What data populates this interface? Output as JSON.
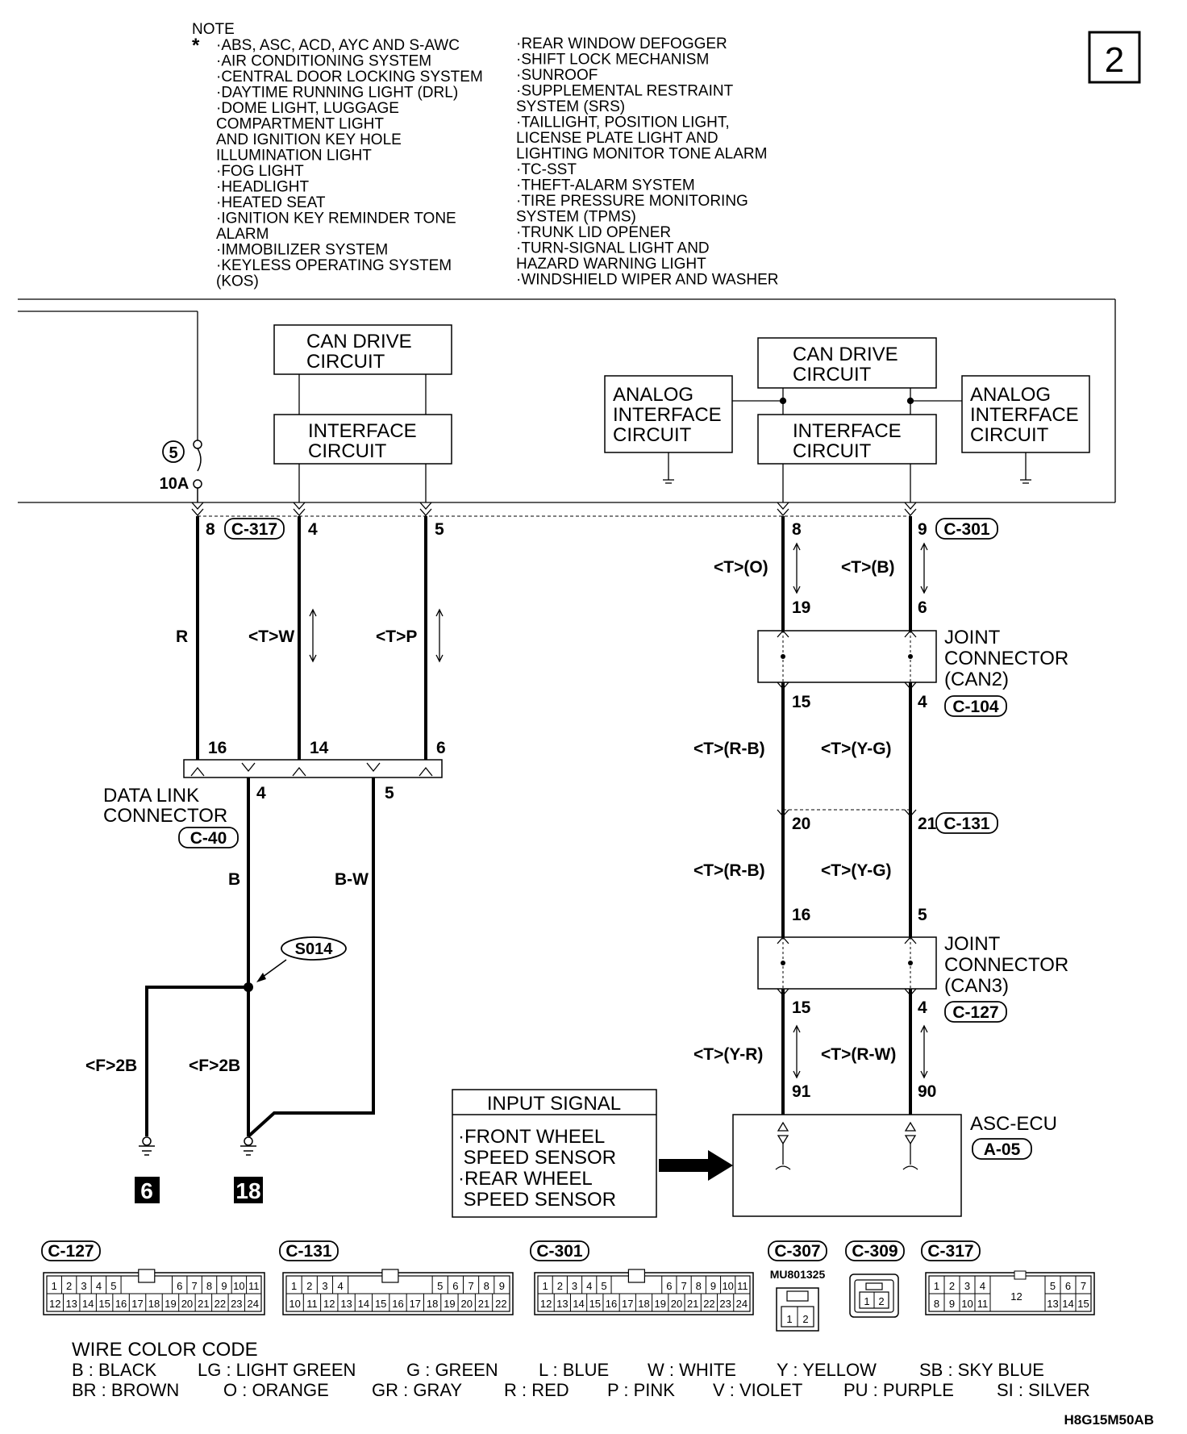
{
  "page_number": "2",
  "note": {
    "heading": "NOTE",
    "marker": "*",
    "left_column": [
      "·ABS, ASC, ACD, AYC AND S-AWC",
      "·AIR CONDITIONING SYSTEM",
      "·CENTRAL DOOR LOCKING SYSTEM",
      "·DAYTIME RUNNING LIGHT (DRL)",
      "·DOME LIGHT, LUGGAGE",
      " COMPARTMENT LIGHT",
      " AND IGNITION KEY HOLE",
      " ILLUMINATION LIGHT",
      "·FOG LIGHT",
      "·HEADLIGHT",
      "·HEATED SEAT",
      "·IGNITION KEY REMINDER TONE",
      " ALARM",
      "·IMMOBILIZER SYSTEM",
      "·KEYLESS OPERATING SYSTEM",
      " (KOS)"
    ],
    "right_column": [
      "·REAR WINDOW DEFOGGER",
      "·SHIFT LOCK MECHANISM",
      "·SUNROOF",
      "·SUPPLEMENTAL RESTRAINT",
      " SYSTEM (SRS)",
      "·TAILLIGHT, POSITION LIGHT,",
      " LICENSE PLATE LIGHT AND",
      " LIGHTING MONITOR TONE ALARM",
      "·TC-SST",
      "·THEFT-ALARM SYSTEM",
      "·TIRE PRESSURE MONITORING",
      " SYSTEM (TPMS)",
      "·TRUNK LID OPENER",
      "·TURN-SIGNAL LIGHT AND",
      " HAZARD WARNING LIGHT",
      "·WINDSHIELD WIPER AND WASHER"
    ]
  },
  "fuse": {
    "number": "5",
    "rating": "10A"
  },
  "boxes": {
    "can_drive_left": [
      "CAN DRIVE",
      "CIRCUIT"
    ],
    "interface_left": [
      "INTERFACE",
      "CIRCUIT"
    ],
    "can_drive_right": [
      "CAN DRIVE",
      "CIRCUIT"
    ],
    "interface_right": [
      "INTERFACE",
      "CIRCUIT"
    ],
    "analog_left": [
      "ANALOG",
      "INTERFACE",
      "CIRCUIT"
    ],
    "analog_right": [
      "ANALOG",
      "INTERFACE",
      "CIRCUIT"
    ]
  },
  "pins": {
    "c317_8": "8",
    "c317_4": "4",
    "c317_5": "5",
    "c301_8": "8",
    "c301_9": "9",
    "j1_19": "19",
    "j1_6": "6",
    "j1_15": "15",
    "j1_4": "4",
    "c131_20": "20",
    "c131_21": "21",
    "j2_16": "16",
    "j2_5": "5",
    "j2_15": "15",
    "j2_4": "4",
    "ecu_91": "91",
    "ecu_90": "90",
    "dlc_16": "16",
    "dlc_14": "14",
    "dlc_6": "6",
    "dlc_4": "4",
    "dlc_5": "5"
  },
  "connectors": {
    "c317": "C-317",
    "c301": "C-301",
    "c104": "C-104",
    "c131": "C-131",
    "c127": "C-127",
    "c40": "C-40",
    "a05": "A-05",
    "s014": "S014"
  },
  "wire_labels": {
    "r": "R",
    "tw": "<T>W",
    "tp": "<T>P",
    "to": "<T>(O)",
    "tb": "<T>(B)",
    "trb1": "<T>(R-B)",
    "tyg1": "<T>(Y-G)",
    "trb2": "<T>(R-B)",
    "tyg2": "<T>(Y-G)",
    "tyr": "<T>(Y-R)",
    "trw": "<T>(R-W)",
    "b": "B",
    "bw": "B-W",
    "f2b_left": "<F>2B",
    "f2b_right": "<F>2B"
  },
  "joint1": [
    "JOINT",
    "CONNECTOR",
    "(CAN2)"
  ],
  "joint2": [
    "JOINT",
    "CONNECTOR",
    "(CAN3)"
  ],
  "data_link": [
    "DATA LINK",
    "CONNECTOR"
  ],
  "ecu_name": "ASC-ECU",
  "input_signal": {
    "title": "INPUT SIGNAL",
    "items": [
      "·FRONT WHEEL",
      " SPEED SENSOR",
      "·REAR WHEEL",
      " SPEED SENSOR"
    ]
  },
  "grounds": {
    "left": "6",
    "right": "18"
  },
  "connector_views": {
    "c127": {
      "label": "C-127",
      "top": [
        "1",
        "2",
        "3",
        "4",
        "5",
        "6",
        "7",
        "8",
        "9",
        "10",
        "11"
      ],
      "bottom": [
        "12",
        "13",
        "14",
        "15",
        "16",
        "17",
        "18",
        "19",
        "20",
        "21",
        "22",
        "23",
        "24"
      ]
    },
    "c131": {
      "label": "C-131",
      "top": [
        "1",
        "2",
        "3",
        "4",
        "5",
        "6",
        "7",
        "8",
        "9"
      ],
      "bottom": [
        "10",
        "11",
        "12",
        "13",
        "14",
        "15",
        "16",
        "17",
        "18",
        "19",
        "20",
        "21",
        "22"
      ]
    },
    "c301": {
      "label": "C-301",
      "top": [
        "1",
        "2",
        "3",
        "4",
        "5",
        "6",
        "7",
        "8",
        "9",
        "10",
        "11"
      ],
      "bottom": [
        "12",
        "13",
        "14",
        "15",
        "16",
        "17",
        "18",
        "19",
        "20",
        "21",
        "22",
        "23",
        "24"
      ]
    },
    "c307": {
      "label": "C-307",
      "part": "MU801325",
      "pins": [
        "1",
        "2"
      ]
    },
    "c309": {
      "label": "C-309",
      "pins": [
        "1",
        "2"
      ]
    },
    "c317": {
      "label": "C-317",
      "top": [
        "1",
        "2",
        "3",
        "4",
        "5",
        "6",
        "7"
      ],
      "bottom": [
        "8",
        "9",
        "10",
        "11",
        "12",
        "13",
        "14",
        "15"
      ]
    }
  },
  "wire_color_code": {
    "title": "WIRE COLOR CODE",
    "row1": [
      "B : BLACK",
      "LG : LIGHT GREEN",
      "G : GREEN",
      "L : BLUE",
      "W : WHITE",
      "Y : YELLOW",
      "SB : SKY BLUE"
    ],
    "row2": [
      "BR : BROWN",
      "O : ORANGE",
      "GR : GRAY",
      "R : RED",
      "P : PINK",
      "V : VIOLET",
      "PU : PURPLE",
      "SI : SILVER"
    ]
  },
  "figure_code": "H8G15M50AB"
}
